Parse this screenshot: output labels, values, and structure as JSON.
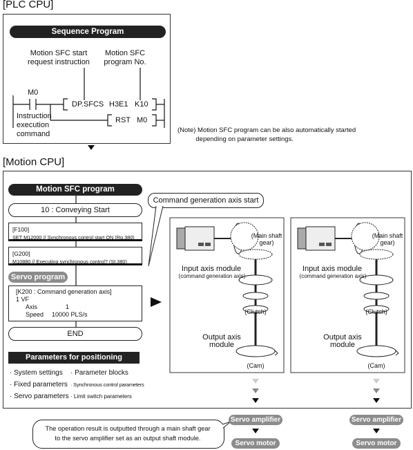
{
  "plc": {
    "section_label": "[PLC CPU]",
    "sequence_title": "Sequence Program",
    "start_request_label": "Motion SFC start\nrequest instruction",
    "program_no_label": "Motion SFC\nprogram No.",
    "contact_label": "M0",
    "instruction_label": "Instruction\nexecution\ncommand",
    "instr_dp": "DP.SFCS",
    "instr_h3e1": "H3E1",
    "instr_k10": "K10",
    "instr_rst": "RST",
    "instr_m0": "M0"
  },
  "note": "(Note) Motion SFC program can be also automatically started\n          depending on parameter settings.",
  "motion": {
    "section_label": "[Motion CPU]",
    "sfc_title": "Motion SFC program",
    "step_start": "10 : Conveying  Start",
    "f100_head": "[F100]",
    "f100_body": "SET M12000 // Synchronous control start  ON (Rq.380)",
    "g200_head": "[G200]",
    "g200_body": "M10880 // Executing synchronous control? (St.380)",
    "servo_program": "Servo program",
    "k200_head": "[K200 : Command generation axis]",
    "k200_vf": "1  VF",
    "k200_axis_label": "Axis",
    "k200_axis_value": "1",
    "k200_speed_label": "Speed",
    "k200_speed_value": "10000  PLS/s",
    "step_end": "END",
    "params_title": "Parameters for positioning",
    "params": [
      "· System settings",
      "· Parameter blocks",
      "· Fixed parameters",
      "· Synchronous control parameters",
      "· Servo parameters",
      "· Limit switch parameters"
    ],
    "command_axis_start": "Command generation axis start",
    "panels": [
      {
        "main_shaft_gear": "(Main shaft\ngear)",
        "input_axis": "Input axis module",
        "input_axis_sub": "(command generation axis)",
        "clutch": "(Clutch)",
        "output_axis": "Output axis\nmodule",
        "cam": "(Cam)"
      },
      {
        "main_shaft_gear": "(Main shaft\ngear)",
        "input_axis": "Input axis module",
        "input_axis_sub": "(command generation axis)",
        "clutch": "(Clutch)",
        "output_axis": "Output axis\nmodule",
        "cam": "(Cam)"
      }
    ]
  },
  "callout": "The operation result is outputted through a main shaft gear\nto the servo amplifier set as an output shaft module.",
  "servo_amplifier": "Servo amplifier",
  "servo_motor": "Servo motor"
}
